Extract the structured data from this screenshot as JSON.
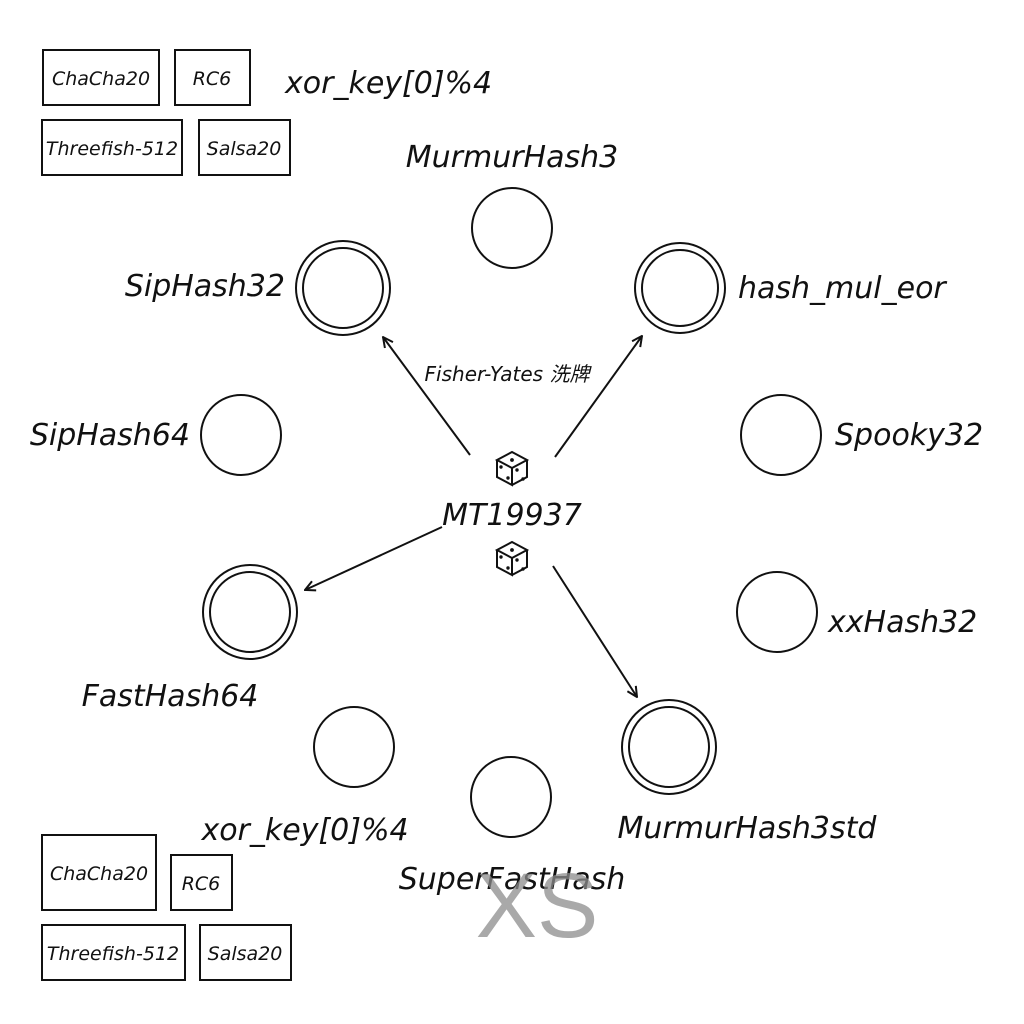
{
  "center": {
    "label": "MT19937"
  },
  "shuffle_label": "Fisher-Yates 洗牌",
  "watermark": "XS",
  "nodes": [
    {
      "id": "murmurhash3",
      "label": "MurmurHash3",
      "selected": false
    },
    {
      "id": "hash_mul_eor",
      "label": "hash_mul_eor",
      "selected": true
    },
    {
      "id": "spooky32",
      "label": "Spooky32",
      "selected": false
    },
    {
      "id": "xxhash32",
      "label": "xxHash32",
      "selected": false
    },
    {
      "id": "murmurhash3std",
      "label": "MurmurHash3std",
      "selected": true
    },
    {
      "id": "superfasthash",
      "label": "SuperFastHash",
      "selected": false
    },
    {
      "id": "unlabeled",
      "label": "",
      "selected": false
    },
    {
      "id": "fasthash64",
      "label": "FastHash64",
      "selected": true
    },
    {
      "id": "siphash64",
      "label": "SipHash64",
      "selected": false
    },
    {
      "id": "siphash32",
      "label": "SipHash32",
      "selected": true
    }
  ],
  "cipher_groups": [
    {
      "id": "top",
      "selector_label": "xor_key[0]%4",
      "ciphers": [
        "ChaCha20",
        "RC6",
        "Threefish-512",
        "Salsa20"
      ]
    },
    {
      "id": "bottom",
      "selector_label": "xor_key[0]%4",
      "ciphers": [
        "ChaCha20",
        "RC6",
        "Threefish-512",
        "Salsa20"
      ]
    }
  ]
}
